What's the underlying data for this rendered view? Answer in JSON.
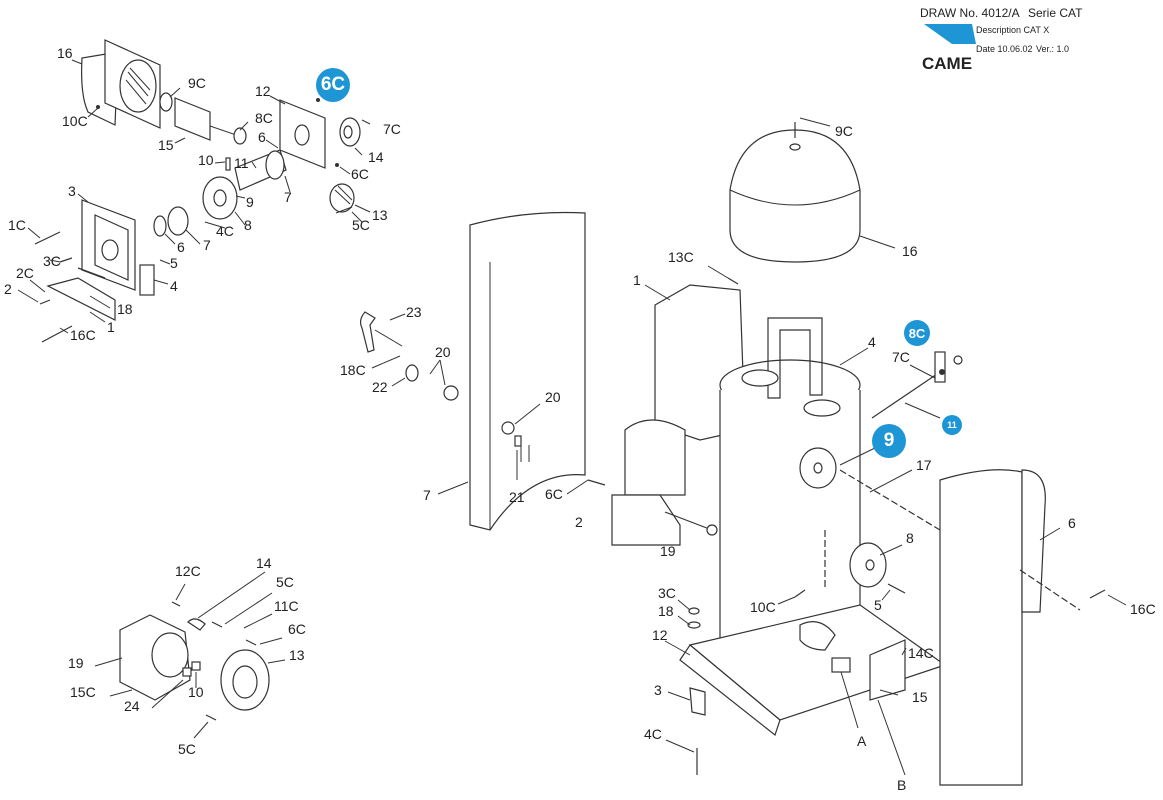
{
  "title_block": {
    "draw_no": "DRAW No. 4012/A",
    "serie": "Serie CAT",
    "description": "Description CAT X",
    "date": "Date 10.06.02",
    "version": "Ver.: 1.0",
    "brand": "CAME",
    "accent_color": "#1e96d6"
  },
  "highlight_color": "#1e96d6",
  "gearmotor_group": {
    "labels": [
      "16",
      "9C",
      "10C",
      "12",
      "6C",
      "8C",
      "15",
      "7C",
      "6",
      "14",
      "10",
      "11",
      "6C",
      "3",
      "9",
      "7",
      "1C",
      "3C",
      "6",
      "7",
      "4C",
      "8",
      "13",
      "5C",
      "5",
      "4",
      "2C",
      "2",
      "18",
      "1",
      "16C"
    ],
    "highlighted": "6C"
  },
  "cover_group": {
    "labels": [
      "23",
      "18C",
      "20",
      "22",
      "20",
      "7",
      "21",
      "6C"
    ]
  },
  "encoder_group": {
    "labels": [
      "14",
      "12C",
      "5C",
      "11C",
      "6C",
      "19",
      "13",
      "15C",
      "10",
      "24",
      "5C"
    ]
  },
  "column_group": {
    "labels": [
      "9C",
      "16",
      "13C",
      "1",
      "4",
      "7C",
      "2",
      "19",
      "17",
      "6",
      "8",
      "3C",
      "18",
      "10C",
      "5",
      "16C",
      "12",
      "14C",
      "15",
      "3",
      "A",
      "4C",
      "B"
    ],
    "highlighted": [
      "8C",
      "9",
      "11"
    ]
  }
}
